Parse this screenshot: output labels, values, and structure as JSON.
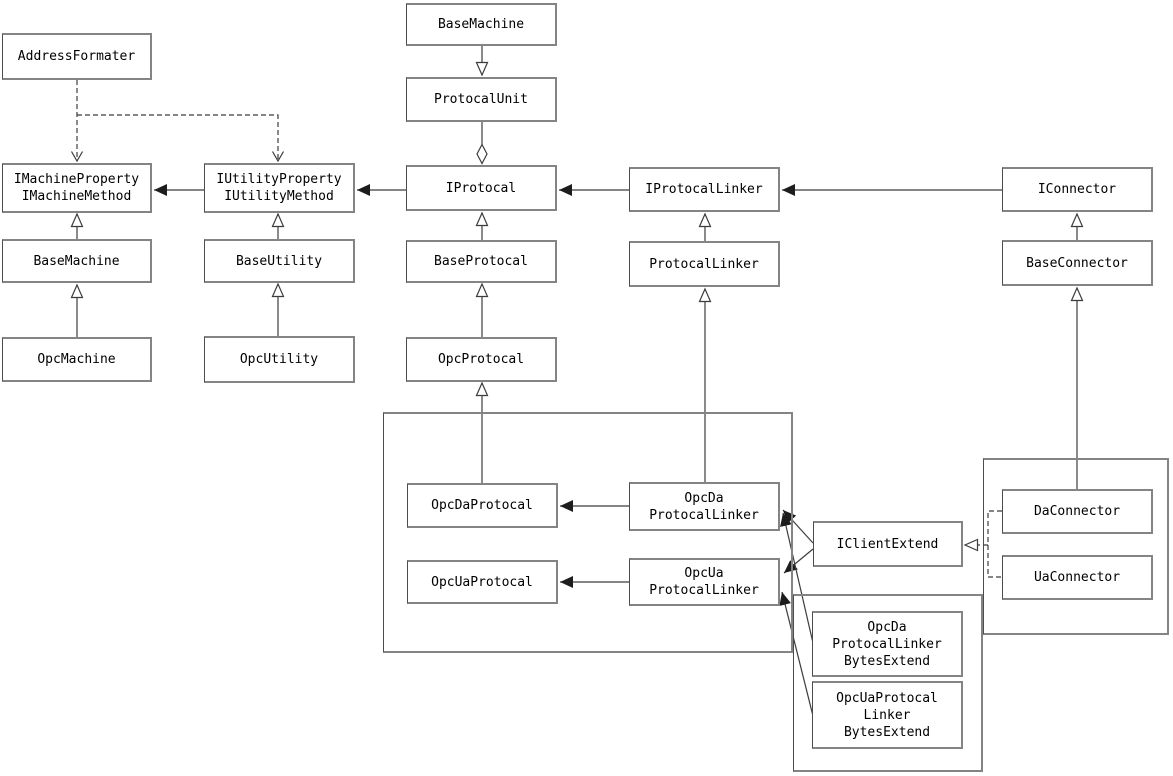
{
  "colors": {
    "background": "#ffffff",
    "line": "#3c3c3c",
    "box_border": "#848484",
    "text": "#000000"
  },
  "nodes": {
    "address_formater": {
      "label": "AddressFormater"
    },
    "base_machine_top": {
      "label": "BaseMachine"
    },
    "protocal_unit": {
      "label": "ProtocalUnit"
    },
    "i_machine": {
      "line1": "IMachineProperty",
      "line2": "IMachineMethod"
    },
    "i_utility": {
      "line1": "IUtilityProperty",
      "line2": "IUtilityMethod"
    },
    "i_protocal": {
      "label": "IProtocal"
    },
    "i_protocal_linker": {
      "label": "IProtocalLinker"
    },
    "i_connector": {
      "label": "IConnector"
    },
    "base_machine": {
      "label": "BaseMachine"
    },
    "base_utility": {
      "label": "BaseUtility"
    },
    "base_protocal": {
      "label": "BaseProtocal"
    },
    "protocal_linker": {
      "label": "ProtocalLinker"
    },
    "base_connector": {
      "label": "BaseConnector"
    },
    "opc_machine": {
      "label": "OpcMachine"
    },
    "opc_utility": {
      "label": "OpcUtility"
    },
    "opc_protocal": {
      "label": "OpcProtocal"
    },
    "opc_da_protocal": {
      "label": "OpcDaProtocal"
    },
    "opc_ua_protocal": {
      "label": "OpcUaProtocal"
    },
    "opc_da_protocal_linker": {
      "line1": "OpcDa",
      "line2": "ProtocalLinker"
    },
    "opc_ua_protocal_linker": {
      "line1": "OpcUa",
      "line2": "ProtocalLinker"
    },
    "i_client_extend": {
      "label": "IClientExtend"
    },
    "da_connector": {
      "label": "DaConnector"
    },
    "ua_connector": {
      "label": "UaConnector"
    },
    "opc_da_protocal_linker_bytes_extend": {
      "line1": "OpcDa",
      "line2": "ProtocalLinker",
      "line3": "BytesExtend"
    },
    "opc_ua_protocal_linker_bytes_extend": {
      "line1": "OpcUaProtocal",
      "line2": "Linker",
      "line3": "BytesExtend"
    }
  },
  "edges": [
    {
      "from": "AddressFormater",
      "to": "IMachineProperty/IMachineMethod",
      "type": "dependency"
    },
    {
      "from": "AddressFormater",
      "to": "IUtilityProperty/IUtilityMethod",
      "type": "dependency"
    },
    {
      "from": "IUtilityProperty/IUtilityMethod",
      "to": "IMachineProperty/IMachineMethod",
      "type": "association"
    },
    {
      "from": "IProtocal",
      "to": "IUtilityProperty/IUtilityMethod",
      "type": "association"
    },
    {
      "from": "IProtocalLinker",
      "to": "IProtocal",
      "type": "association"
    },
    {
      "from": "IConnector",
      "to": "IProtocalLinker",
      "type": "association"
    },
    {
      "from": "BaseMachine",
      "to": "ProtocalUnit",
      "type": "generalization"
    },
    {
      "from": "ProtocalUnit",
      "to": "IProtocal",
      "type": "aggregation"
    },
    {
      "from": "BaseMachine",
      "to": "IMachineProperty/IMachineMethod",
      "type": "generalization"
    },
    {
      "from": "OpcMachine",
      "to": "BaseMachine",
      "type": "generalization"
    },
    {
      "from": "BaseUtility",
      "to": "IUtilityProperty/IUtilityMethod",
      "type": "generalization"
    },
    {
      "from": "OpcUtility",
      "to": "BaseUtility",
      "type": "generalization"
    },
    {
      "from": "BaseProtocal",
      "to": "IProtocal",
      "type": "generalization"
    },
    {
      "from": "OpcProtocal",
      "to": "BaseProtocal",
      "type": "generalization"
    },
    {
      "from": "OpcDaProtocal",
      "to": "OpcProtocal",
      "type": "generalization"
    },
    {
      "from": "ProtocalLinker",
      "to": "IProtocalLinker",
      "type": "generalization"
    },
    {
      "from": "OpcDaProtocalLinker",
      "to": "ProtocalLinker",
      "type": "generalization"
    },
    {
      "from": "BaseConnector",
      "to": "IConnector",
      "type": "generalization"
    },
    {
      "from": "DaConnector",
      "to": "BaseConnector",
      "type": "generalization"
    },
    {
      "from": "OpcDaProtocalLinker",
      "to": "OpcDaProtocal",
      "type": "association"
    },
    {
      "from": "OpcUaProtocalLinker",
      "to": "OpcUaProtocal",
      "type": "association"
    },
    {
      "from": "IClientExtend",
      "to": "OpcDaProtocalLinker",
      "type": "association"
    },
    {
      "from": "IClientExtend",
      "to": "OpcUaProtocalLinker",
      "type": "association"
    },
    {
      "from": "OpcDaProtocalLinkerBytesExtend",
      "to": "OpcDaProtocalLinker",
      "type": "association"
    },
    {
      "from": "OpcUaProtocalLinkerBytesExtend",
      "to": "OpcUaProtocalLinker",
      "type": "association"
    },
    {
      "from": "DaConnector",
      "to": "IClientExtend",
      "type": "realization"
    },
    {
      "from": "UaConnector",
      "to": "IClientExtend",
      "type": "realization"
    }
  ]
}
